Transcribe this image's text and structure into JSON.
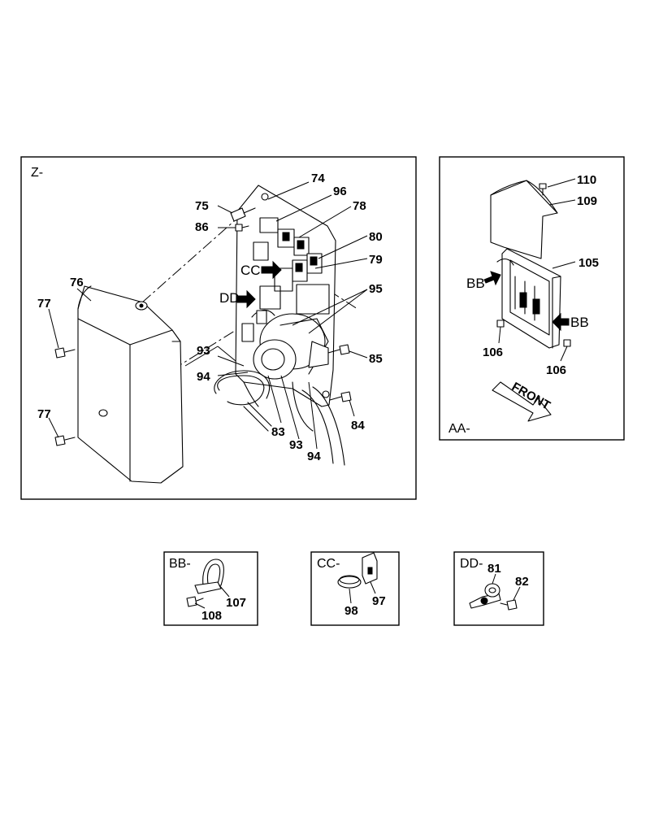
{
  "views": {
    "z": {
      "label": "Z-"
    },
    "aa": {
      "label": "AA-",
      "front_label": "FRONT"
    },
    "bb": {
      "label": "BB-"
    },
    "cc": {
      "label": "CC-"
    },
    "dd": {
      "label": "DD-"
    }
  },
  "refs": {
    "cc": "CC",
    "dd": "DD",
    "bb": "BB"
  },
  "callouts": {
    "p74": "74",
    "p96": "96",
    "p75": "75",
    "p78": "78",
    "p86": "86",
    "p80": "80",
    "p79": "79",
    "p76": "76",
    "p95": "95",
    "p77": "77",
    "p93": "93",
    "p85": "85",
    "p94": "94",
    "p83": "83",
    "p84": "84",
    "p110": "110",
    "p109": "109",
    "p105": "105",
    "p106": "106",
    "p107": "107",
    "p108": "108",
    "p98": "98",
    "p97": "97",
    "p81": "81",
    "p82": "82"
  }
}
